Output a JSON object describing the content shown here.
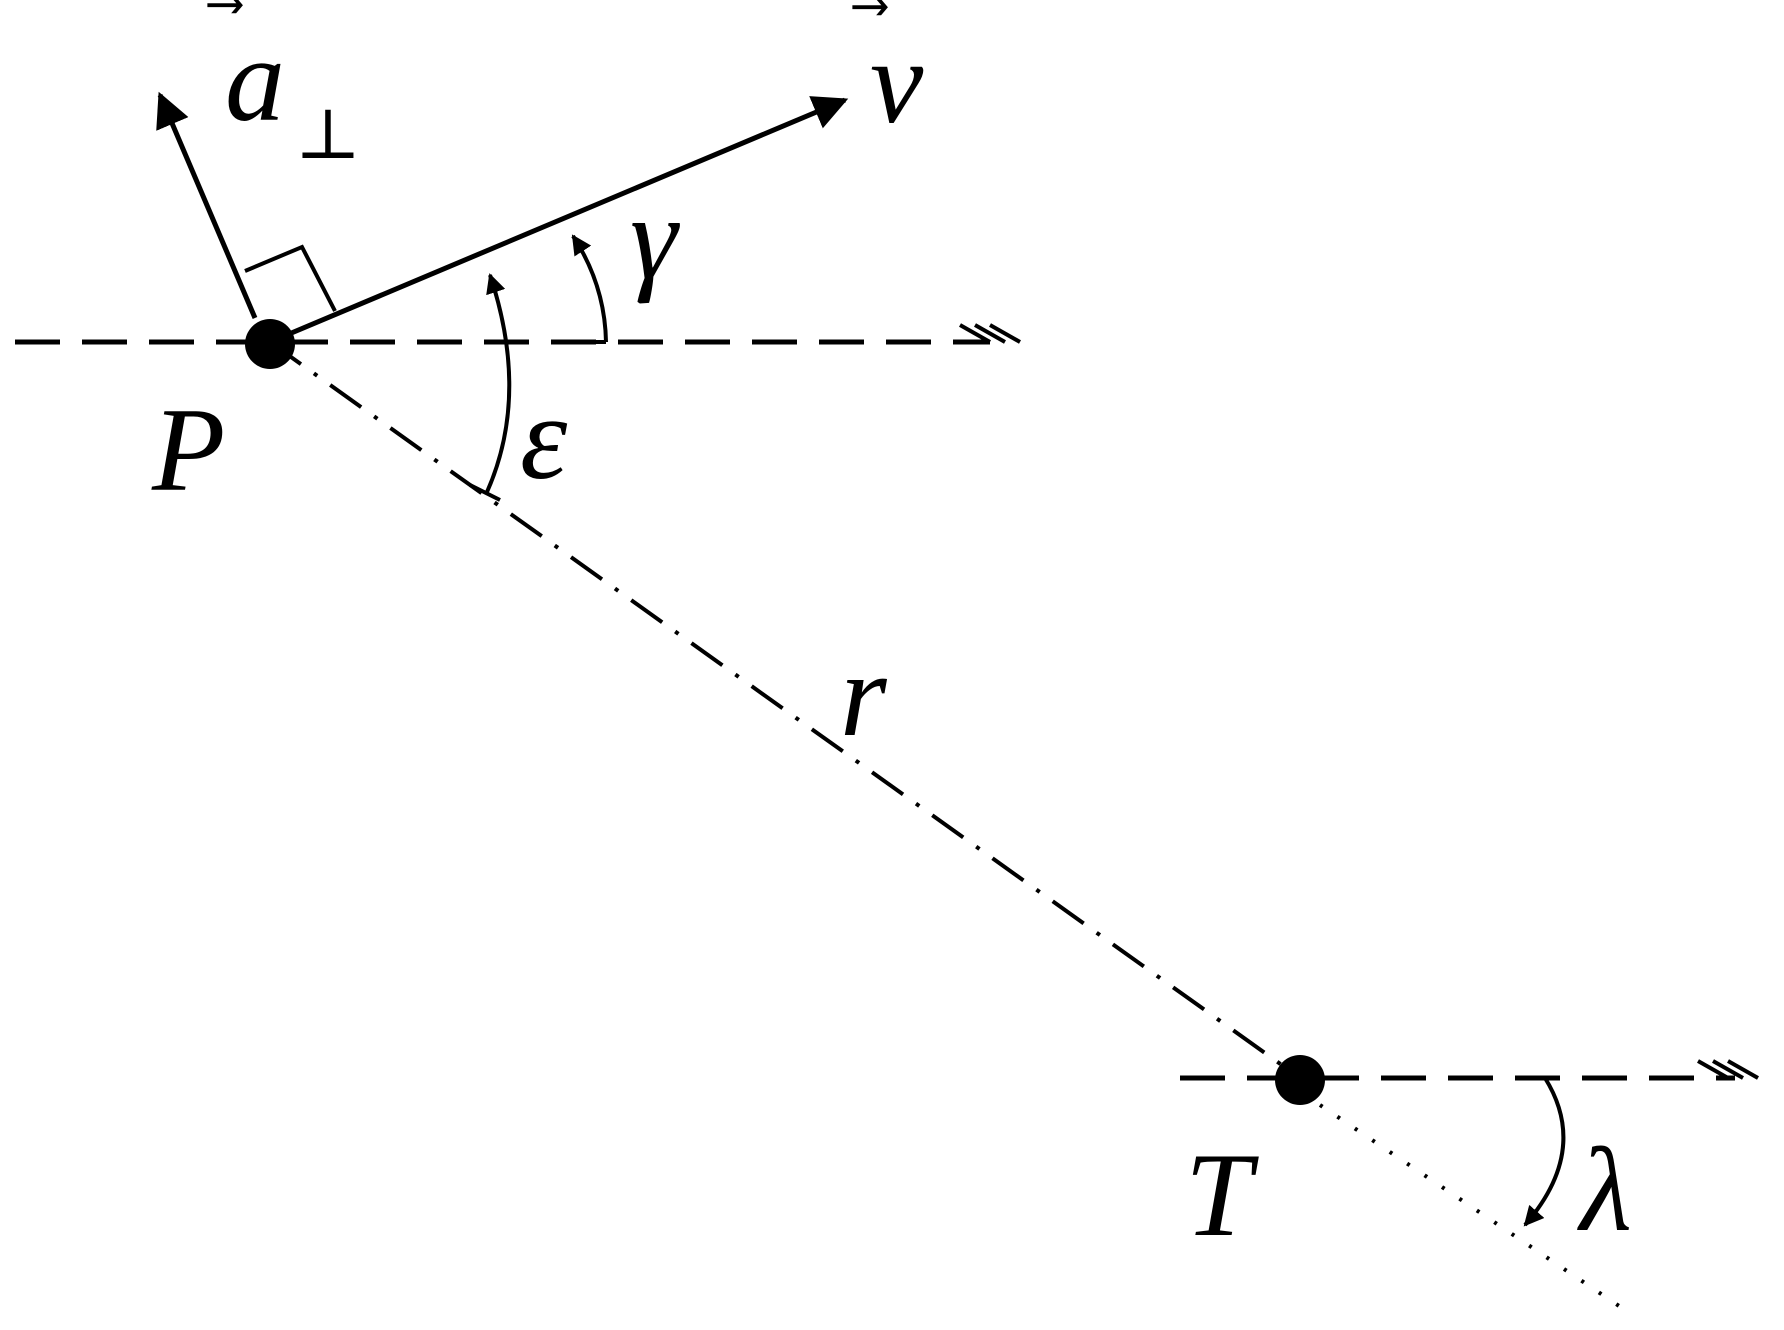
{
  "labels": {
    "pursuer": "P",
    "target": "T",
    "range": "r",
    "velocity": "v",
    "acceleration": "a",
    "perp_sub": "⊥",
    "vec_arrow": "⃗",
    "gamma": "γ",
    "epsilon": "ε",
    "lambda": "λ"
  },
  "colors": {
    "ink": "#000000",
    "background": "#ffffff"
  }
}
